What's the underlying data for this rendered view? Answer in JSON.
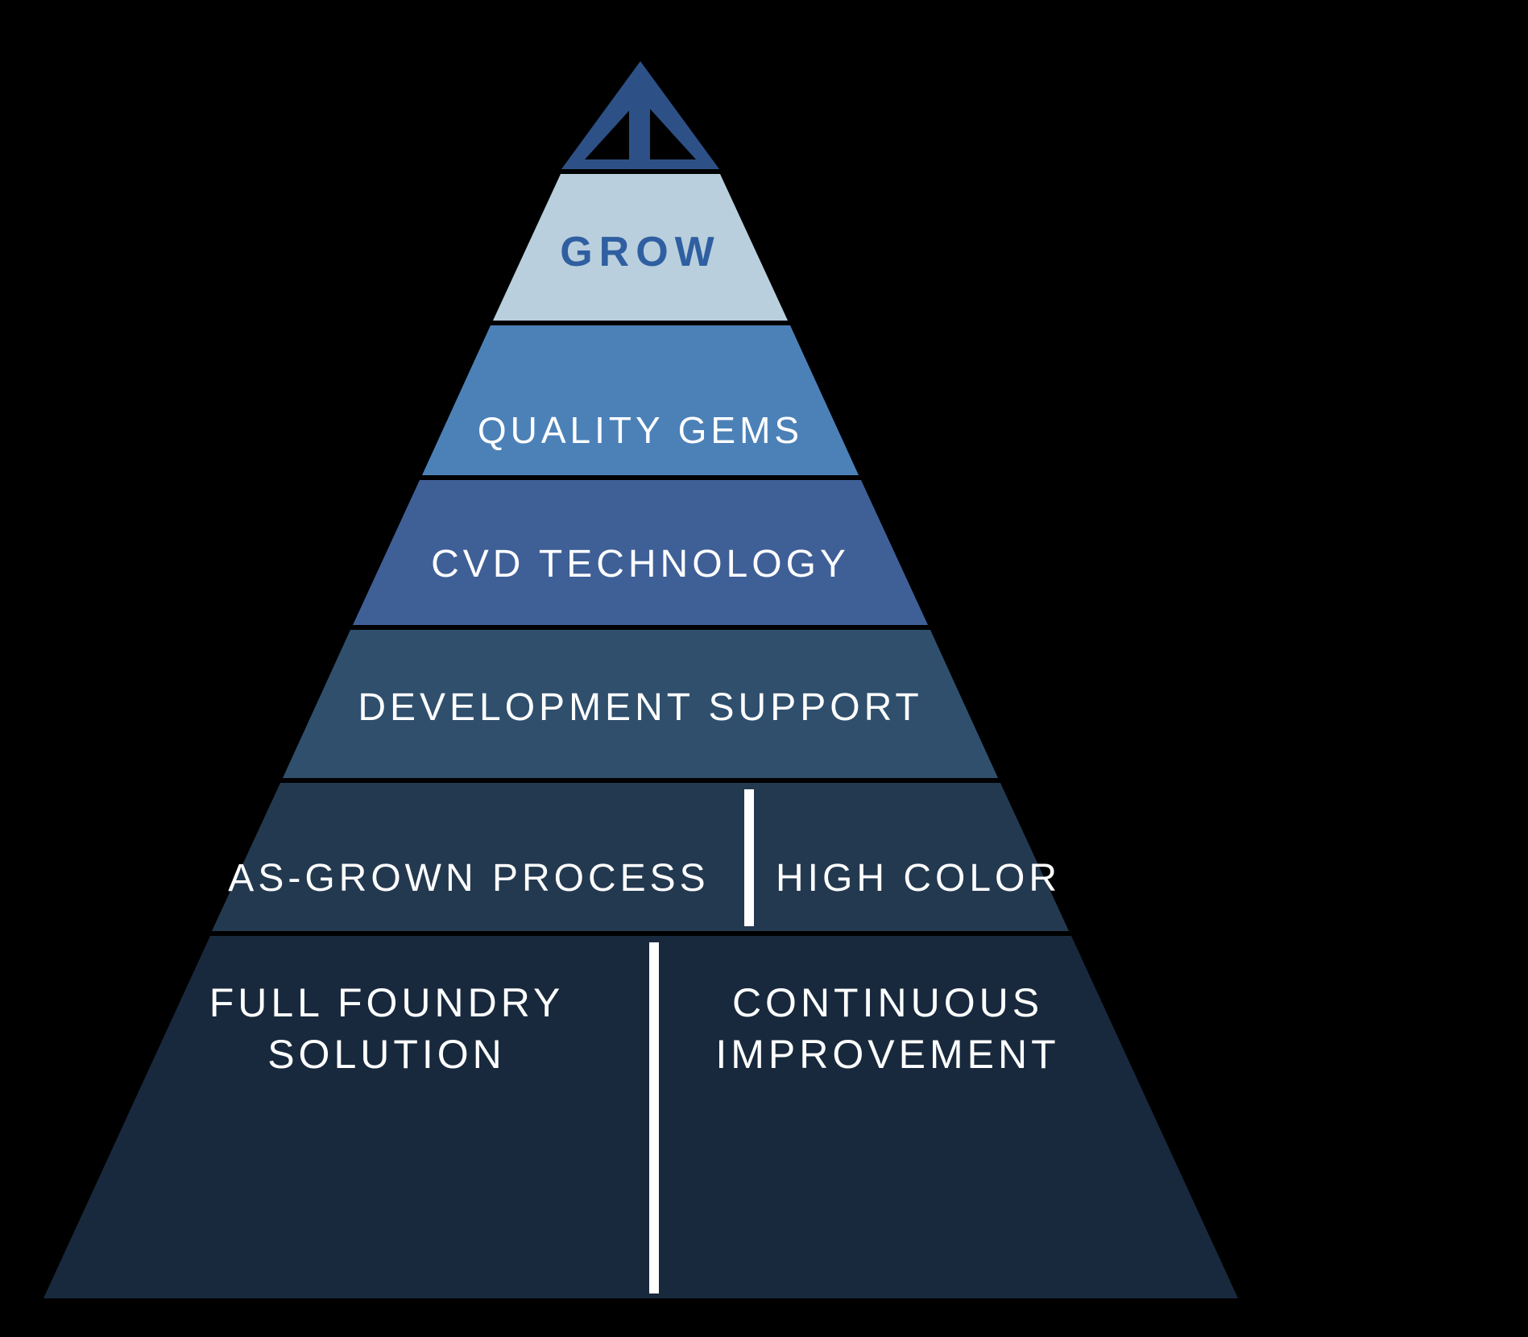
{
  "background_color": "#000000",
  "divider_color": "#ffffff",
  "logo": {
    "name": "apex-logo",
    "color": "#2d5186"
  },
  "pyramid": {
    "layers": [
      {
        "label": "GROW",
        "color": "#b9cfdd",
        "text_color": "#2f5fa0"
      },
      {
        "label": "QUALITY GEMS",
        "color": "#4c81b8",
        "text_color": "#ffffff"
      },
      {
        "label": "CVD TECHNOLOGY",
        "color": "#3f5f97",
        "text_color": "#ffffff"
      },
      {
        "label": "DEVELOPMENT SUPPORT",
        "color": "#2f4f6d",
        "text_color": "#ffffff"
      },
      {
        "left_label": "AS-GROWN PROCESS",
        "right_label": "HIGH COLOR",
        "color": "#233950",
        "text_color": "#ffffff"
      },
      {
        "left_label_line1": "FULL FOUNDRY",
        "left_label_line2": "SOLUTION",
        "right_label_line1": "CONTINUOUS",
        "right_label_line2": "IMPROVEMENT",
        "color": "#18293d",
        "text_color": "#ffffff"
      }
    ]
  }
}
